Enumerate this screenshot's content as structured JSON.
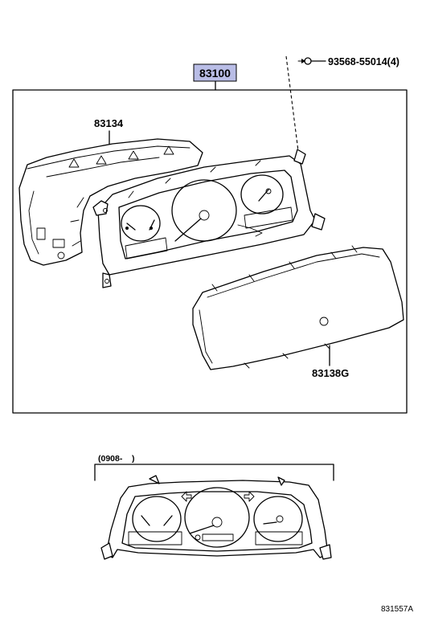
{
  "assembly_label": "83100",
  "assembly_label_color": "#b9bde6",
  "parts": {
    "screw": "93568-55014(4)",
    "cover": "83134",
    "glass": "83138G"
  },
  "variant_note": "(0908-    )",
  "figure_id": "831557A"
}
